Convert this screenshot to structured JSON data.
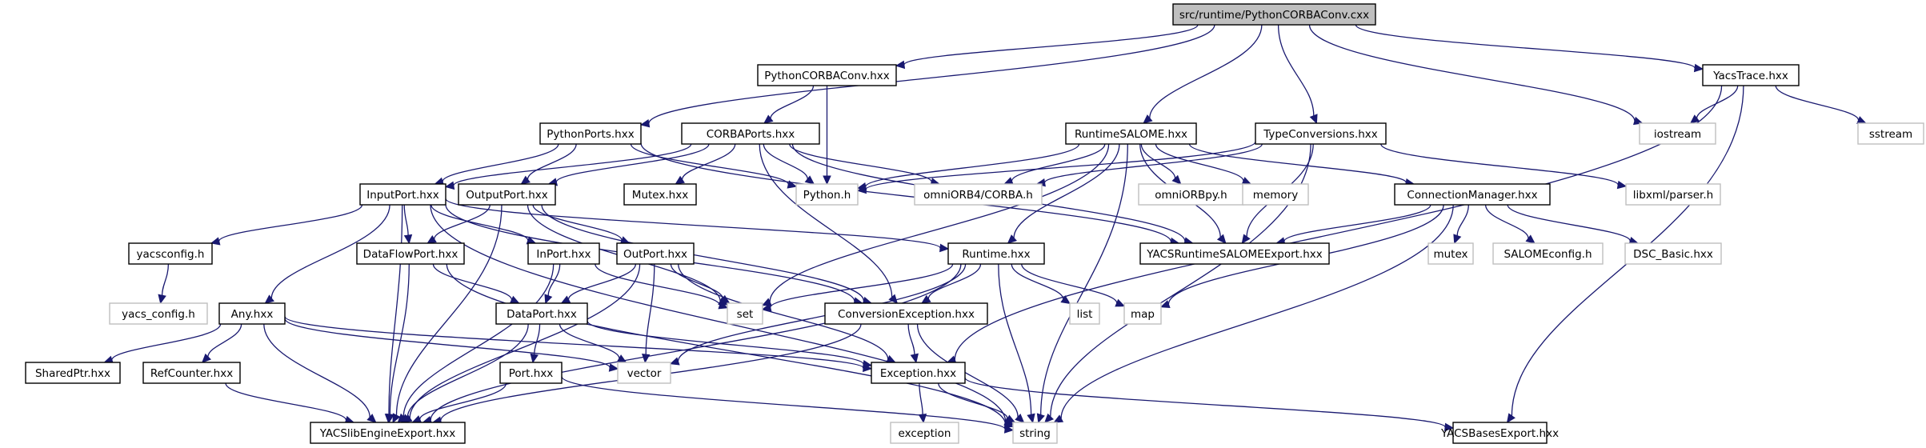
{
  "graph": {
    "type": "include-dependency-graph",
    "edge_color": "#191970",
    "root_fill": "#bfbfbf",
    "external_border": "#bfbfbf",
    "nodes": [
      {
        "id": "root",
        "label": "src/runtime/PythonCORBAConv.cxx",
        "kind": "root"
      },
      {
        "id": "pcch",
        "label": "PythonCORBAConv.hxx",
        "kind": "internal"
      },
      {
        "id": "yacstrace",
        "label": "YacsTrace.hxx",
        "kind": "internal"
      },
      {
        "id": "pyports",
        "label": "PythonPorts.hxx",
        "kind": "internal"
      },
      {
        "id": "corbaports",
        "label": "CORBAPorts.hxx",
        "kind": "internal"
      },
      {
        "id": "rtsalome",
        "label": "RuntimeSALOME.hxx",
        "kind": "internal"
      },
      {
        "id": "typeconv",
        "label": "TypeConversions.hxx",
        "kind": "internal"
      },
      {
        "id": "iostream",
        "label": "iostream",
        "kind": "external"
      },
      {
        "id": "sstream",
        "label": "sstream",
        "kind": "external"
      },
      {
        "id": "inputport",
        "label": "InputPort.hxx",
        "kind": "internal"
      },
      {
        "id": "outputport",
        "label": "OutputPort.hxx",
        "kind": "internal"
      },
      {
        "id": "mutexh",
        "label": "Mutex.hxx",
        "kind": "internal"
      },
      {
        "id": "pythonh",
        "label": "Python.h",
        "kind": "external"
      },
      {
        "id": "omniorb",
        "label": "omniORB4/CORBA.h",
        "kind": "external"
      },
      {
        "id": "omniorbpy",
        "label": "omniORBpy.h",
        "kind": "external"
      },
      {
        "id": "memory",
        "label": "memory",
        "kind": "external"
      },
      {
        "id": "connmgr",
        "label": "ConnectionManager.hxx",
        "kind": "internal"
      },
      {
        "id": "libxml",
        "label": "libxml/parser.h",
        "kind": "external"
      },
      {
        "id": "yacsconfig",
        "label": "yacsconfig.h",
        "kind": "internal"
      },
      {
        "id": "dataflowport",
        "label": "DataFlowPort.hxx",
        "kind": "internal"
      },
      {
        "id": "inport",
        "label": "InPort.hxx",
        "kind": "internal"
      },
      {
        "id": "outport",
        "label": "OutPort.hxx",
        "kind": "internal"
      },
      {
        "id": "runtime",
        "label": "Runtime.hxx",
        "kind": "internal"
      },
      {
        "id": "rtexport",
        "label": "YACSRuntimeSALOMEExport.hxx",
        "kind": "internal"
      },
      {
        "id": "mutex",
        "label": "mutex",
        "kind": "external"
      },
      {
        "id": "salomeconfig",
        "label": "SALOMEconfig.h",
        "kind": "external"
      },
      {
        "id": "dscbasic",
        "label": "DSC_Basic.hxx",
        "kind": "external"
      },
      {
        "id": "yacs_config",
        "label": "yacs_config.h",
        "kind": "external"
      },
      {
        "id": "any",
        "label": "Any.hxx",
        "kind": "internal"
      },
      {
        "id": "dataport",
        "label": "DataPort.hxx",
        "kind": "internal"
      },
      {
        "id": "set",
        "label": "set",
        "kind": "external"
      },
      {
        "id": "convexc",
        "label": "ConversionException.hxx",
        "kind": "internal"
      },
      {
        "id": "list",
        "label": "list",
        "kind": "external"
      },
      {
        "id": "map",
        "label": "map",
        "kind": "external"
      },
      {
        "id": "sharedptr",
        "label": "SharedPtr.hxx",
        "kind": "internal"
      },
      {
        "id": "refcounter",
        "label": "RefCounter.hxx",
        "kind": "internal"
      },
      {
        "id": "port",
        "label": "Port.hxx",
        "kind": "internal"
      },
      {
        "id": "vector",
        "label": "vector",
        "kind": "external"
      },
      {
        "id": "exception",
        "label": "Exception.hxx",
        "kind": "internal"
      },
      {
        "id": "libengine",
        "label": "YACSlibEngineExport.hxx",
        "kind": "internal"
      },
      {
        "id": "stdexception",
        "label": "exception",
        "kind": "external"
      },
      {
        "id": "string",
        "label": "string",
        "kind": "external"
      },
      {
        "id": "basesexport",
        "label": "YACSBasesExport.hxx",
        "kind": "internal"
      }
    ],
    "edges": [
      [
        "root",
        "pcch"
      ],
      [
        "root",
        "yacstrace"
      ],
      [
        "root",
        "pyports"
      ],
      [
        "root",
        "rtsalome"
      ],
      [
        "root",
        "typeconv"
      ],
      [
        "root",
        "iostream"
      ],
      [
        "pcch",
        "corbaports"
      ],
      [
        "pcch",
        "pythonh"
      ],
      [
        "yacstrace",
        "iostream"
      ],
      [
        "yacstrace",
        "sstream"
      ],
      [
        "yacstrace",
        "exception"
      ],
      [
        "yacstrace",
        "basesexport"
      ],
      [
        "pyports",
        "inputport"
      ],
      [
        "pyports",
        "outputport"
      ],
      [
        "pyports",
        "pythonh"
      ],
      [
        "pyports",
        "rtexport"
      ],
      [
        "corbaports",
        "inputport"
      ],
      [
        "corbaports",
        "outputport"
      ],
      [
        "corbaports",
        "mutexh"
      ],
      [
        "corbaports",
        "pythonh"
      ],
      [
        "corbaports",
        "omniorb"
      ],
      [
        "corbaports",
        "rtexport"
      ],
      [
        "corbaports",
        "convexc"
      ],
      [
        "rtsalome",
        "pythonh"
      ],
      [
        "rtsalome",
        "omniorb"
      ],
      [
        "rtsalome",
        "omniorbpy"
      ],
      [
        "rtsalome",
        "memory"
      ],
      [
        "rtsalome",
        "connmgr"
      ],
      [
        "rtsalome",
        "runtime"
      ],
      [
        "rtsalome",
        "rtexport"
      ],
      [
        "rtsalome",
        "set"
      ],
      [
        "rtsalome",
        "string"
      ],
      [
        "typeconv",
        "pythonh"
      ],
      [
        "typeconv",
        "omniorb"
      ],
      [
        "typeconv",
        "libxml"
      ],
      [
        "typeconv",
        "rtexport"
      ],
      [
        "typeconv",
        "string"
      ],
      [
        "inputport",
        "yacsconfig"
      ],
      [
        "inputport",
        "dataflowport"
      ],
      [
        "inputport",
        "inport"
      ],
      [
        "inputport",
        "any"
      ],
      [
        "inputport",
        "runtime"
      ],
      [
        "inputport",
        "convexc"
      ],
      [
        "inputport",
        "libengine"
      ],
      [
        "inputport",
        "string"
      ],
      [
        "outputport",
        "dataflowport"
      ],
      [
        "outputport",
        "outport"
      ],
      [
        "outputport",
        "set"
      ],
      [
        "outputport",
        "libengine"
      ],
      [
        "outputport",
        "convexc"
      ],
      [
        "connmgr",
        "rtexport"
      ],
      [
        "connmgr",
        "mutex"
      ],
      [
        "connmgr",
        "salomeconfig"
      ],
      [
        "connmgr",
        "dscbasic"
      ],
      [
        "connmgr",
        "map"
      ],
      [
        "connmgr",
        "string"
      ],
      [
        "yacsconfig",
        "yacs_config"
      ],
      [
        "dataflowport",
        "dataport"
      ],
      [
        "dataflowport",
        "libengine"
      ],
      [
        "dataflowport",
        "string"
      ],
      [
        "inport",
        "dataport"
      ],
      [
        "inport",
        "set"
      ],
      [
        "inport",
        "libengine"
      ],
      [
        "outport",
        "dataport"
      ],
      [
        "outport",
        "set"
      ],
      [
        "outport",
        "vector"
      ],
      [
        "outport",
        "exception"
      ],
      [
        "outport",
        "libengine"
      ],
      [
        "runtime",
        "set"
      ],
      [
        "runtime",
        "convexc"
      ],
      [
        "runtime",
        "list"
      ],
      [
        "runtime",
        "map"
      ],
      [
        "runtime",
        "vector"
      ],
      [
        "runtime",
        "string"
      ],
      [
        "runtime",
        "libengine"
      ],
      [
        "any",
        "sharedptr"
      ],
      [
        "any",
        "refcounter"
      ],
      [
        "any",
        "vector"
      ],
      [
        "any",
        "exception"
      ],
      [
        "any",
        "libengine"
      ],
      [
        "dataport",
        "port"
      ],
      [
        "dataport",
        "vector"
      ],
      [
        "dataport",
        "exception"
      ],
      [
        "dataport",
        "libengine"
      ],
      [
        "convexc",
        "exception"
      ],
      [
        "convexc",
        "string"
      ],
      [
        "convexc",
        "libengine"
      ],
      [
        "refcounter",
        "libengine"
      ],
      [
        "port",
        "libengine"
      ],
      [
        "port",
        "string"
      ],
      [
        "exception",
        "stdexception"
      ],
      [
        "exception",
        "string"
      ],
      [
        "exception",
        "basesexport"
      ]
    ]
  }
}
